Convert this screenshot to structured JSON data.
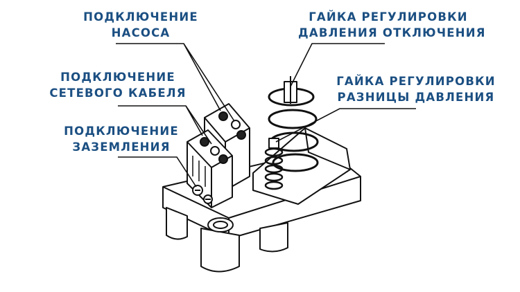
{
  "labels": {
    "pump": {
      "line1": "ПОДКЛЮЧЕНИЕ",
      "line2": "НАСОСА"
    },
    "cable": {
      "line1": "ПОДКЛЮЧЕНИЕ",
      "line2": "СЕТЕВОГО КАБЕЛЯ"
    },
    "ground": {
      "line1": "ПОДКЛЮЧЕНИЕ",
      "line2": "ЗАЗЕМЛЕНИЯ"
    },
    "cutoff_nut": {
      "line1": "ГАЙКА РЕГУЛИРОВКИ",
      "line2": "ДАВЛЕНИЯ ОТКЛЮЧЕНИЯ"
    },
    "diff_nut": {
      "line1": "ГАЙКА РЕГУЛИРОВКИ",
      "line2": "РАЗНИЦЫ ДАВЛЕНИЯ"
    }
  },
  "colors": {
    "label": "#1b4f82",
    "line": "#111111"
  }
}
